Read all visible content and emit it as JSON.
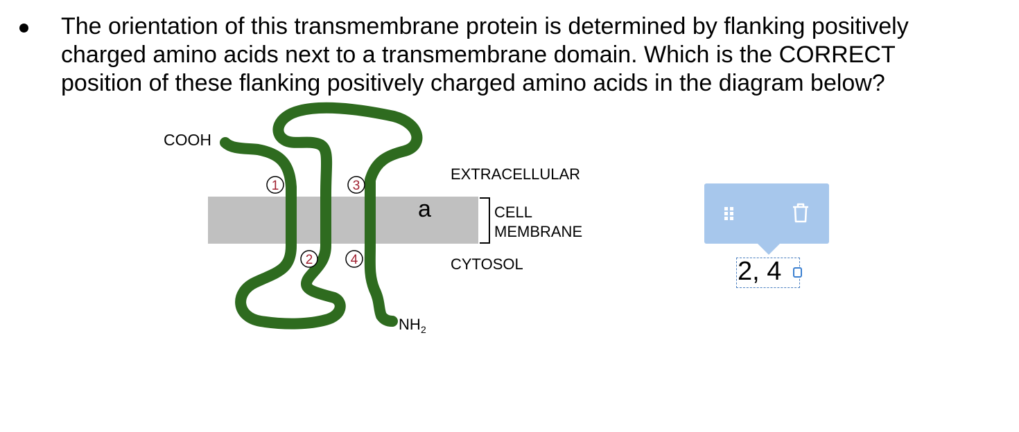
{
  "question": {
    "lines": [
      "The orientation of this transmembrane protein is determined by flanking positively",
      "charged amino acids next to a transmembrane domain. Which is the CORRECT",
      "position of these flanking positively charged amino acids in the diagram below?"
    ]
  },
  "diagram": {
    "labels": {
      "c_terminus": "COOH",
      "n_terminus": "NH",
      "n_terminus_subscript": "2",
      "extracellular": "EXTRACELLULAR",
      "membrane_line1": "CELL",
      "membrane_line2": "MEMBRANE",
      "cytosol": "CYTOSOL",
      "membrane_marker": "a"
    },
    "positions": [
      "1",
      "2",
      "3",
      "4"
    ],
    "colors": {
      "protein": "#2e6b1f",
      "membrane": "#c0c0c0",
      "position_number": "#a02030"
    }
  },
  "answer": {
    "value": "2, 4"
  },
  "toolbar": {
    "drag_icon": "drag-handle-icon",
    "delete_icon": "trash-icon",
    "background": "#a7c7ec"
  }
}
